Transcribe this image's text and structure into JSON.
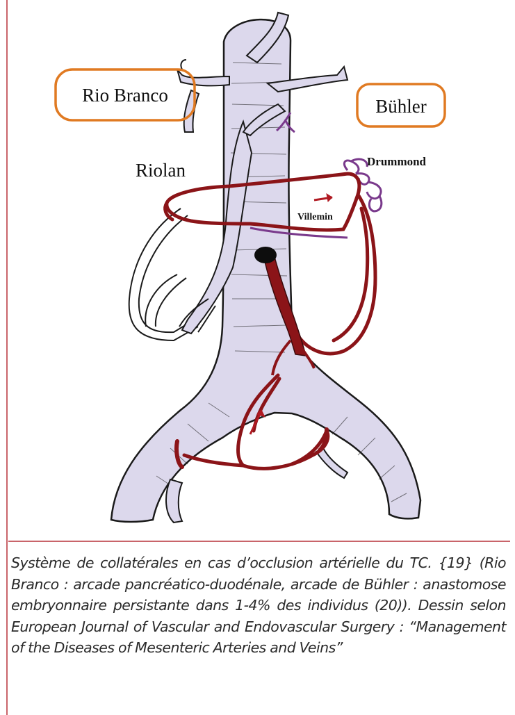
{
  "labels": {
    "rio_branco": "Rio Branco",
    "buhler": "Bühler",
    "riolan": "Riolan",
    "drummond": "Drummond",
    "villemin": "Villemin"
  },
  "caption": "Système de collatérales en cas d’occlusion artérielle du TC. {19} (Rio Branco : arcade pancréatico-duodénale, arcade de Bühler : anastomose embryonnaire persistante dans 1-4% des individus (20)). Dessin selon European Journal of Vascular and Endovascular Surgery : “Management of the Diseases of Mesenteric Arteries and Veins”",
  "colors": {
    "aorta_fill": "#dcd8ec",
    "outline": "#1a1a1a",
    "collateral_red": "#8b1418",
    "collateral_purple": "#7a3a8c",
    "label_box_orange": "#e07a22",
    "rule": "#c9646a"
  }
}
